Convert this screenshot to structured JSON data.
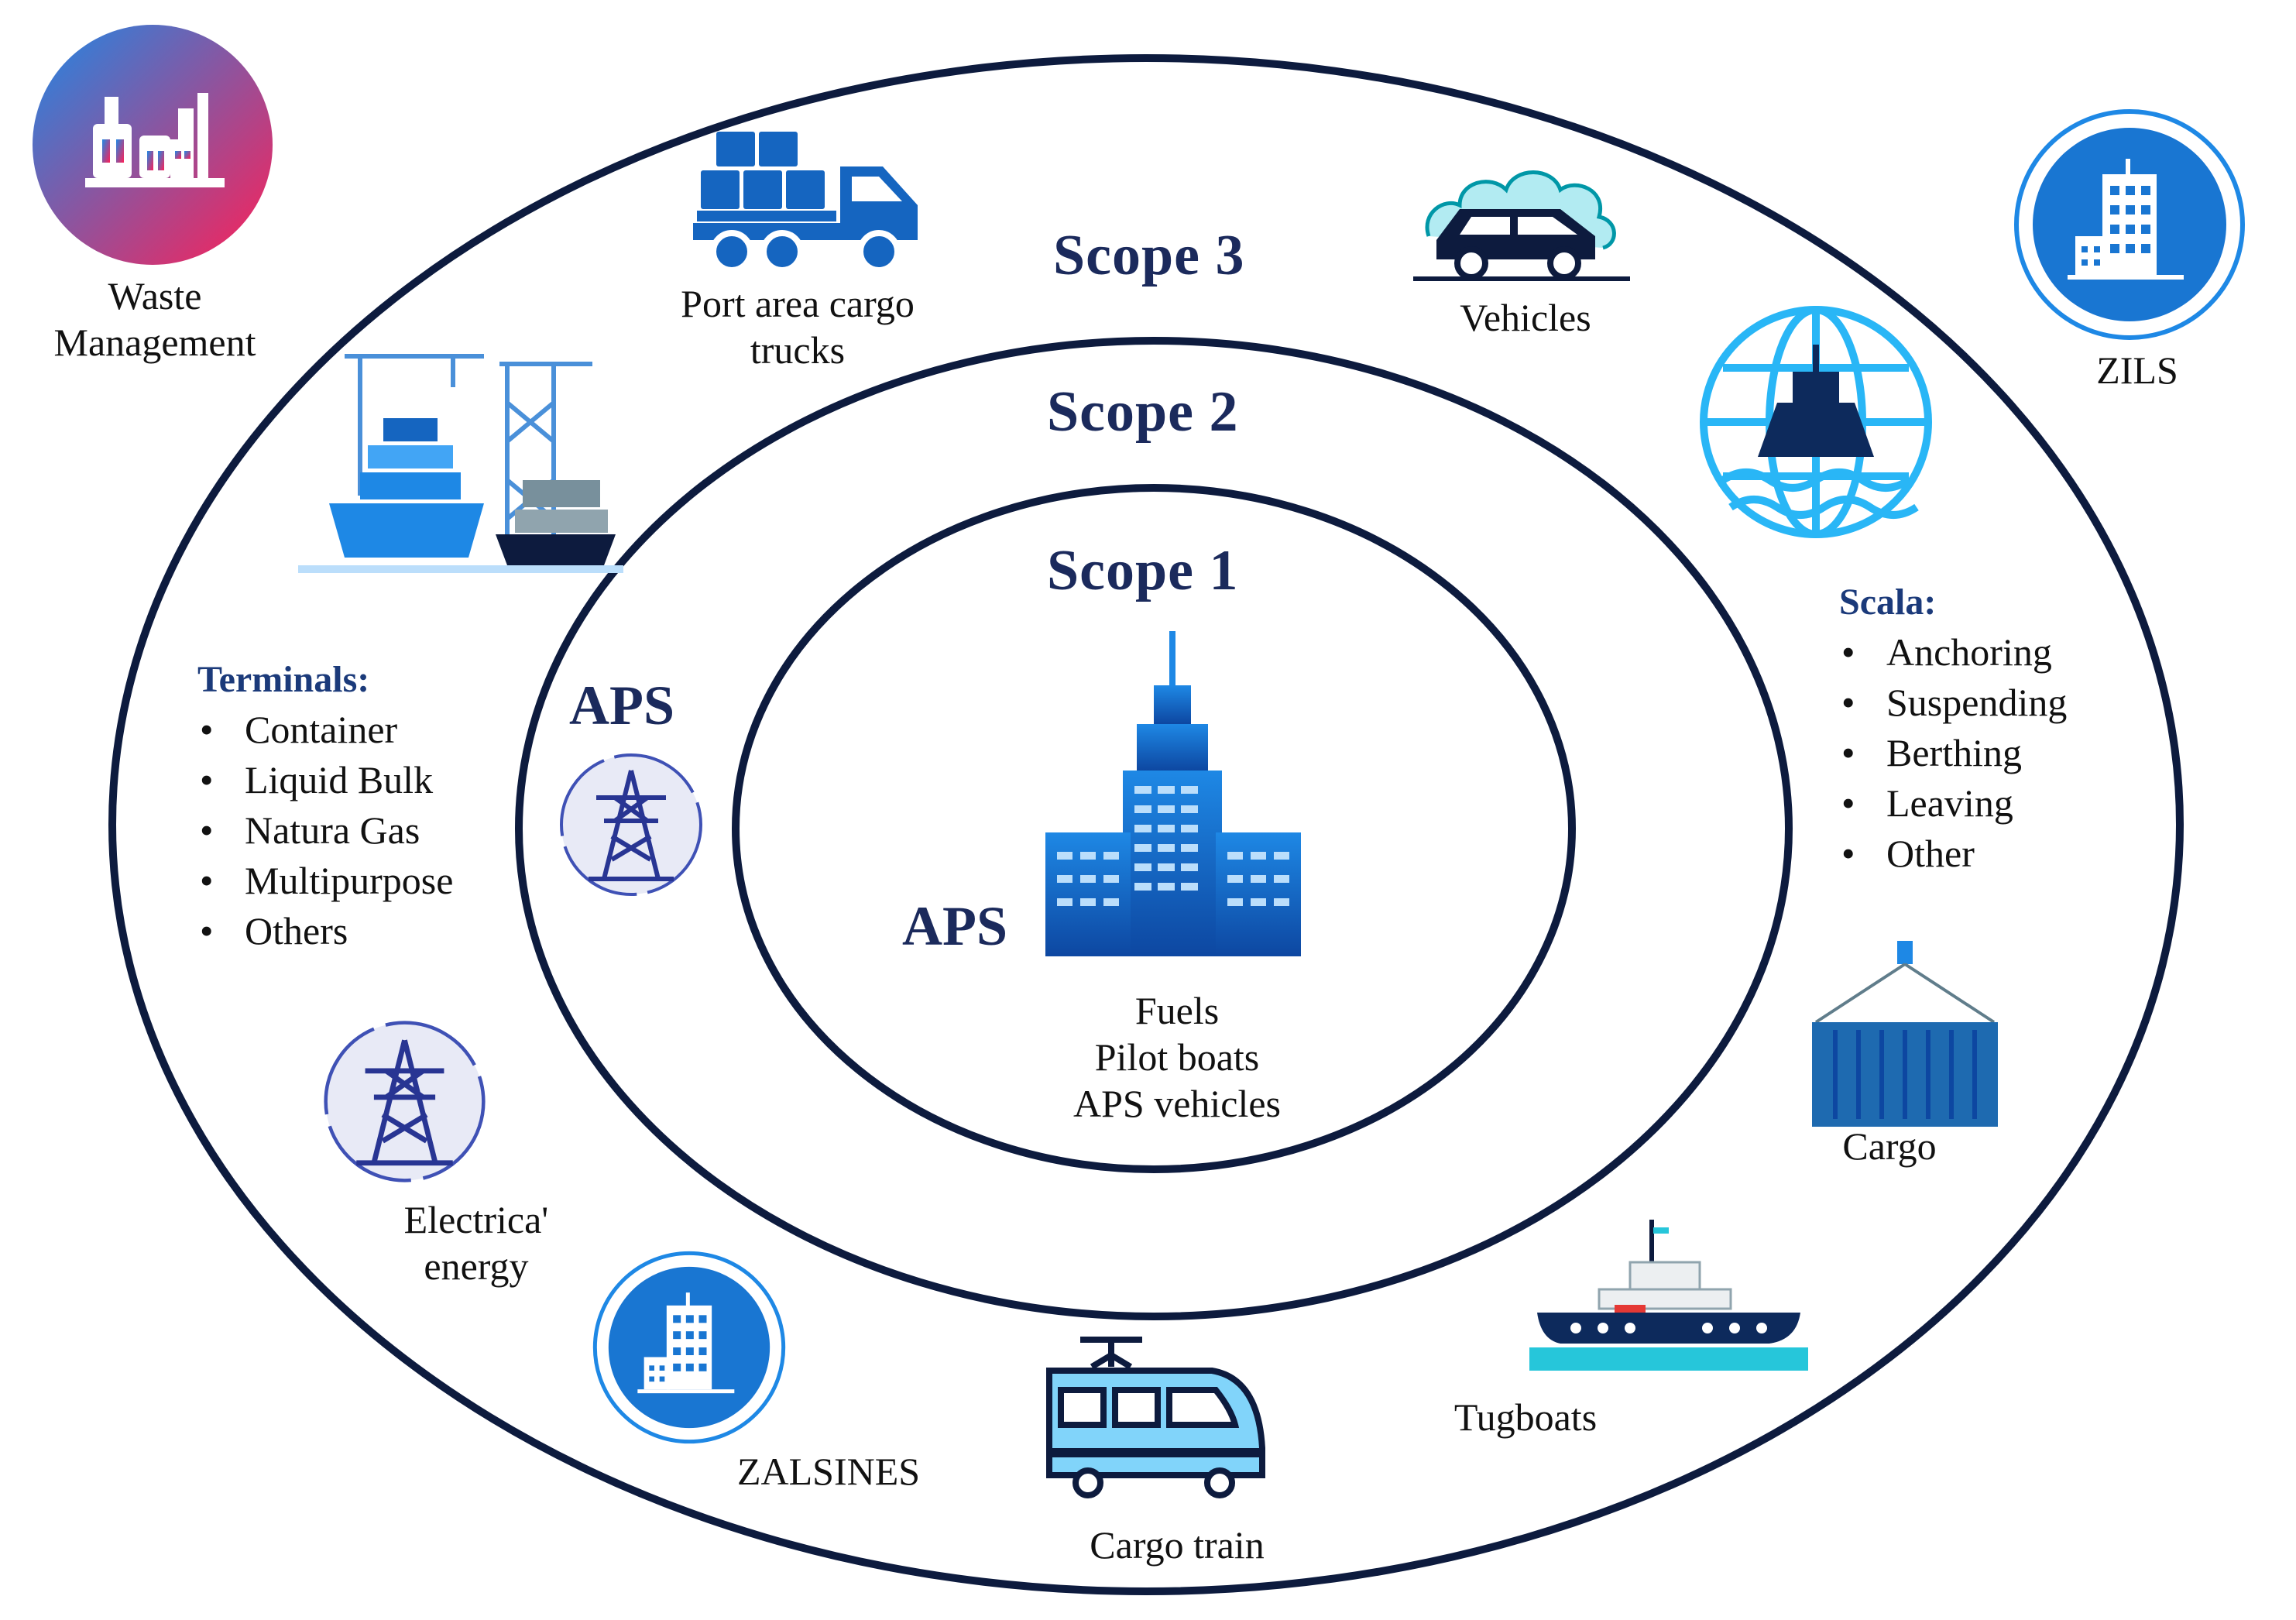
{
  "scopes": {
    "scope1": "Scope 1",
    "scope2": "Scope 2",
    "scope3": "Scope 3"
  },
  "aps": {
    "center_label": "APS",
    "scope2_label": "APS",
    "scope1_items": [
      "Fuels",
      "Pilot boats",
      "APS vehicles"
    ]
  },
  "scope3_items": {
    "waste": [
      "Waste",
      "Management"
    ],
    "port_trucks": [
      "Port area cargo",
      "trucks"
    ],
    "vehicles": "Vehicles",
    "zils": "ZILS",
    "cargo": "Cargo",
    "tugboats": "Tugboats",
    "cargo_train": "Cargo train",
    "zalsines": "ZALSINES",
    "electrical": [
      "Electrica'",
      "energy"
    ]
  },
  "terminals": {
    "heading": "Terminals:",
    "items": [
      "Container",
      "Liquid Bulk",
      "Natura Gas",
      "Multipurpose",
      "Others"
    ]
  },
  "scala": {
    "heading": "Scala:",
    "items": [
      "Anchoring",
      "Suspending",
      "Berthing",
      "Leaving",
      "Other"
    ]
  },
  "icons": {
    "waste": "factory-icon",
    "trucks": "cargo-truck-icon",
    "vehicles": "car-icon",
    "zils": "office-building-icon",
    "port": "container-port-icon",
    "scala": "globe-ship-icon",
    "aps_building": "skyscraper-icon",
    "aps_tower": "power-tower-icon",
    "electrical_tower": "power-tower-icon",
    "cargo": "shipping-container-icon",
    "tugboat": "tugboat-icon",
    "train": "train-icon",
    "zalsines": "office-building-icon"
  },
  "colors": {
    "ring": "#0d1b3e",
    "title": "#1b2a5c",
    "accent_blue": "#1565c0",
    "light_blue": "#42a5f5",
    "pink": "#ff2a5f"
  }
}
